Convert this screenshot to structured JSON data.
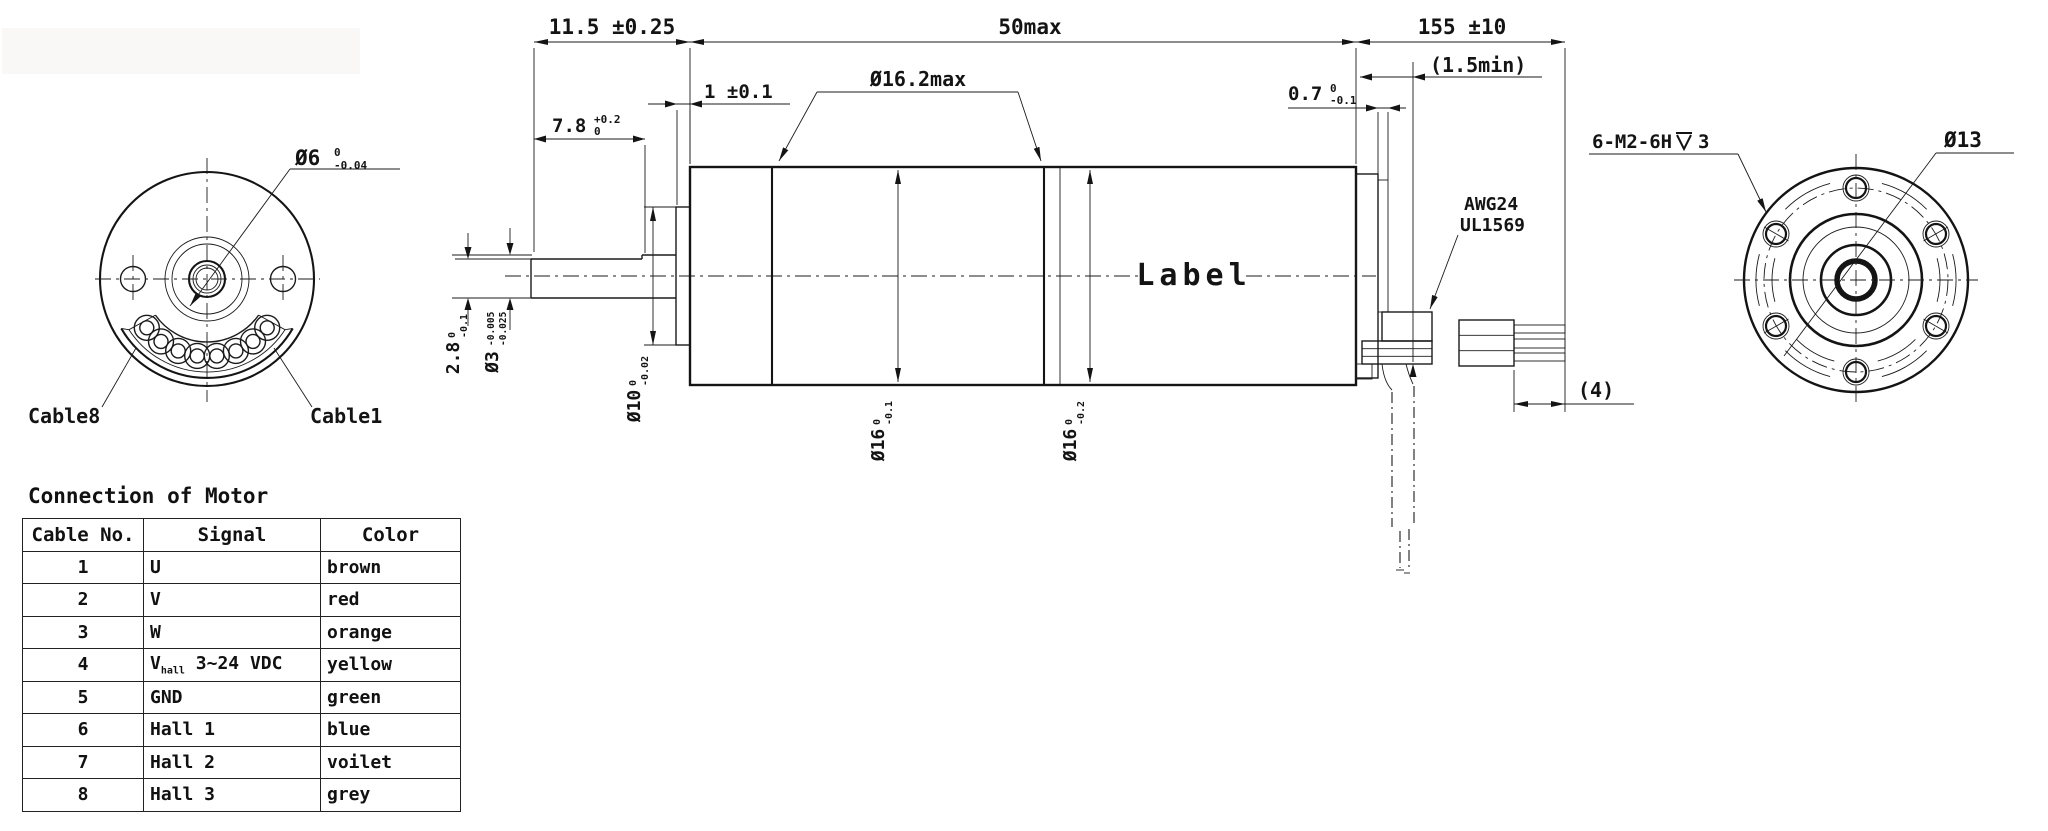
{
  "dimensions": {
    "shaft_overhang": "11.5 ±0.25",
    "body_length": "50max",
    "cable_length": "155 ±10",
    "wire_free_min": "(1.5min)",
    "gear_od_max": "Ø16.2max",
    "boss_width": "1 ±0.1",
    "flat_length": {
      "main": "7.8",
      "upper": "+0.2",
      "lower": "0"
    },
    "rear_plate": {
      "main": "0.7",
      "upper": "0",
      "lower": "-0.1"
    },
    "shaft_flat": {
      "main": "2.8",
      "upper": "0",
      "lower": "-0.1"
    },
    "shaft_dia": {
      "main": "Ø3",
      "upper": "-0.005",
      "lower": "-0.025"
    },
    "boss_dia": {
      "main": "Ø10",
      "upper": "0",
      "lower": "-0.02"
    },
    "gear_dia": {
      "main": "Ø16",
      "upper": "0",
      "lower": "-0.1"
    },
    "motor_dia": {
      "main": "Ø16",
      "upper": "0",
      "lower": "-0.2"
    },
    "front_boss_dia": {
      "main": "Ø6",
      "upper": "0",
      "lower": "-0.04"
    },
    "bolt_circle_dia": "Ø13",
    "connector_len": "(4)",
    "thread_callout": {
      "prefix": "6-M2-6H",
      "depth": "3"
    }
  },
  "labels": {
    "label": "Label",
    "cable8": "Cable8",
    "cable1": "Cable1",
    "wire_spec_line1": "AWG24",
    "wire_spec_line2": "UL1569"
  },
  "table": {
    "title": "Connection of Motor",
    "headers": [
      "Cable No.",
      "Signal",
      "Color"
    ],
    "rows": [
      {
        "no": "1",
        "signal": "U",
        "signal_sub": "",
        "signal_rest": "",
        "color": "brown"
      },
      {
        "no": "2",
        "signal": "V",
        "signal_sub": "",
        "signal_rest": "",
        "color": "red"
      },
      {
        "no": "3",
        "signal": "W",
        "signal_sub": "",
        "signal_rest": "",
        "color": "orange"
      },
      {
        "no": "4",
        "signal": "V",
        "signal_sub": "hall",
        "signal_rest": " 3~24 VDC",
        "color": "yellow"
      },
      {
        "no": "5",
        "signal": "GND",
        "signal_sub": "",
        "signal_rest": "",
        "color": "green"
      },
      {
        "no": "6",
        "signal": "Hall 1",
        "signal_sub": "",
        "signal_rest": "",
        "color": "blue"
      },
      {
        "no": "7",
        "signal": "Hall 2",
        "signal_sub": "",
        "signal_rest": "",
        "color": "voilet"
      },
      {
        "no": "8",
        "signal": "Hall 3",
        "signal_sub": "",
        "signal_rest": "",
        "color": "grey"
      }
    ]
  }
}
